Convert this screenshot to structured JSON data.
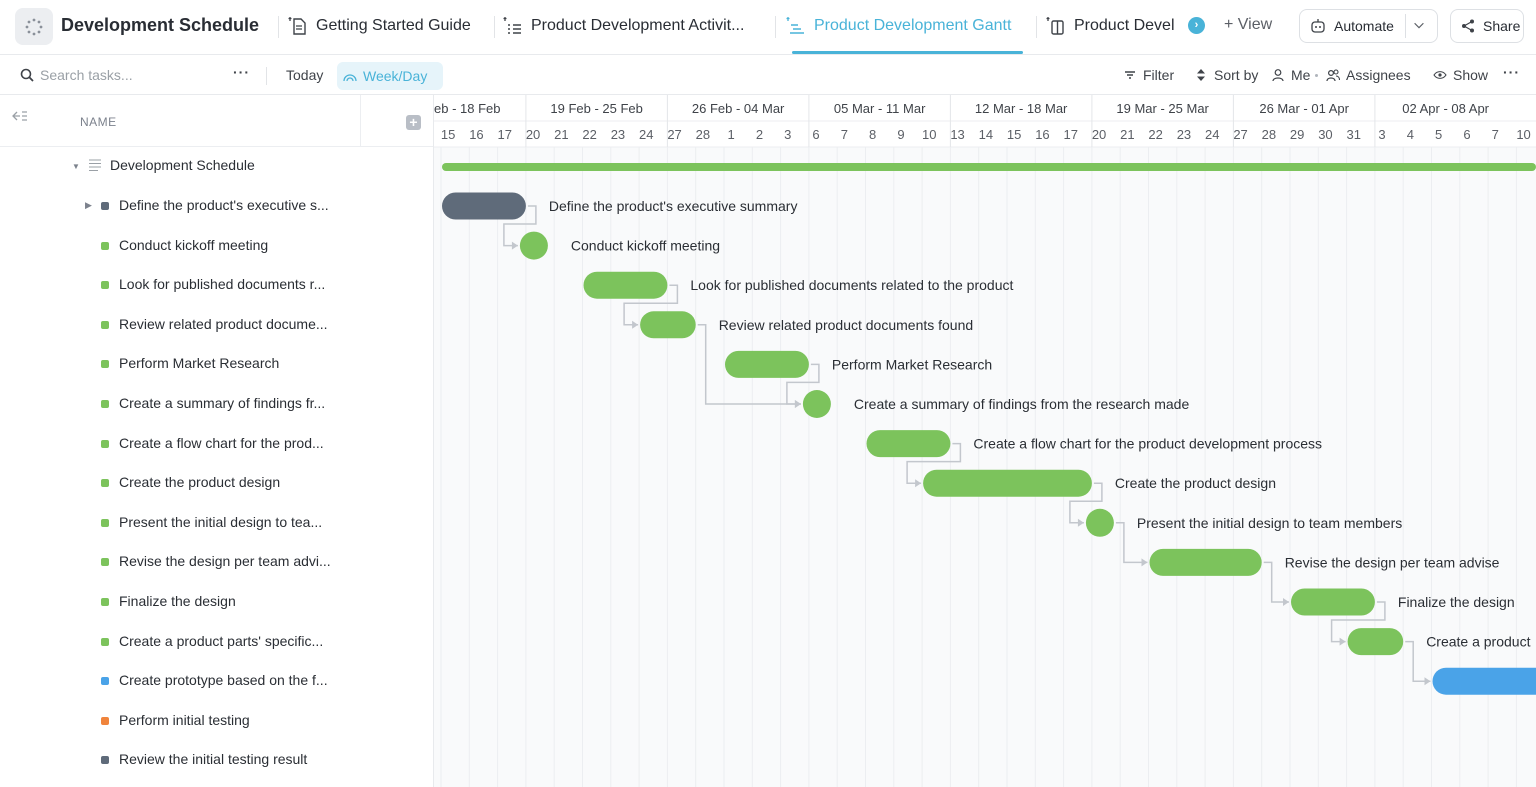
{
  "app": {
    "workspace_title": "Development Schedule",
    "tabs": [
      {
        "label": "Getting Started Guide",
        "icon": "doc-icon"
      },
      {
        "label": "Product Development Activit...",
        "icon": "list-icon"
      },
      {
        "label": "Product Development Gantt",
        "icon": "gantt-icon",
        "active": true
      },
      {
        "label": "Product Devel",
        "icon": "board-icon"
      }
    ],
    "add_view_label": "+ View",
    "automate_label": "Automate",
    "share_label": "Share",
    "accent_color": "#49b3d8"
  },
  "toolbar": {
    "search_placeholder": "Search tasks...",
    "more_label": "···",
    "today_label": "Today",
    "weekday_label": "Week/Day",
    "filter_label": "Filter",
    "sort_label": "Sort by",
    "me_label": "Me",
    "assignees_label": "Assignees",
    "show_label": "Show"
  },
  "list": {
    "column_header": "NAME",
    "parent": "Development Schedule",
    "items": [
      {
        "label": "Define the product's executive s...",
        "status_color": "#5f6b7a",
        "has_children": true
      },
      {
        "label": "Conduct kickoff meeting",
        "status_color": "#7cc35c"
      },
      {
        "label": "Look for published documents r...",
        "status_color": "#7cc35c"
      },
      {
        "label": "Review related product docume...",
        "status_color": "#7cc35c"
      },
      {
        "label": "Perform Market Research",
        "status_color": "#7cc35c"
      },
      {
        "label": "Create a summary of findings fr...",
        "status_color": "#7cc35c"
      },
      {
        "label": "Create a flow chart for the prod...",
        "status_color": "#7cc35c"
      },
      {
        "label": "Create the product design",
        "status_color": "#7cc35c"
      },
      {
        "label": "Present the initial design to tea...",
        "status_color": "#7cc35c"
      },
      {
        "label": "Revise the design per team advi...",
        "status_color": "#7cc35c"
      },
      {
        "label": "Finalize the design",
        "status_color": "#7cc35c"
      },
      {
        "label": "Create a product parts' specific...",
        "status_color": "#7cc35c"
      },
      {
        "label": "Create prototype based on the f...",
        "status_color": "#4aa3e8"
      },
      {
        "label": "Perform initial testing",
        "status_color": "#f0843c"
      },
      {
        "label": "Review the initial testing result",
        "status_color": "#5f6b7a"
      }
    ]
  },
  "timeline": {
    "weeks": [
      "eb - 18 Feb",
      "19 Feb - 25 Feb",
      "26 Feb - 04 Mar",
      "05 Mar - 11 Mar",
      "12 Mar - 18 Mar",
      "19 Mar - 25 Mar",
      "26 Mar - 01 Apr",
      "02 Apr - 08 Apr"
    ],
    "days": [
      "15",
      "16",
      "17",
      "20",
      "21",
      "22",
      "23",
      "24",
      "27",
      "28",
      "1",
      "2",
      "3",
      "6",
      "7",
      "8",
      "9",
      "10",
      "13",
      "14",
      "15",
      "16",
      "17",
      "20",
      "21",
      "22",
      "23",
      "24",
      "27",
      "28",
      "29",
      "30",
      "31",
      "3",
      "4",
      "5",
      "6",
      "7",
      "10"
    ],
    "tasks": [
      {
        "label": "Define the product's executive summary",
        "start": 0,
        "end": 3,
        "color": "#5f6b7a"
      },
      {
        "label": "Conduct kickoff meeting",
        "start": 3,
        "end": 3,
        "color": "#7cc35c",
        "milestone": true
      },
      {
        "label": "Look for published documents related to the product",
        "start": 5,
        "end": 8,
        "color": "#7cc35c"
      },
      {
        "label": "Review related product documents found",
        "start": 7,
        "end": 9,
        "color": "#7cc35c"
      },
      {
        "label": "Perform Market Research",
        "start": 10,
        "end": 13,
        "color": "#7cc35c"
      },
      {
        "label": "Create a summary of findings from the research made",
        "start": 13,
        "end": 13,
        "color": "#7cc35c",
        "milestone": true
      },
      {
        "label": "Create a flow chart for the product development process",
        "start": 15,
        "end": 18,
        "color": "#7cc35c"
      },
      {
        "label": "Create the product design",
        "start": 17,
        "end": 23,
        "color": "#7cc35c"
      },
      {
        "label": "Present the initial design to team members",
        "start": 23,
        "end": 23,
        "color": "#7cc35c",
        "milestone": true
      },
      {
        "label": "Revise the design per team advise",
        "start": 25,
        "end": 29,
        "color": "#7cc35c"
      },
      {
        "label": "Finalize the design",
        "start": 30,
        "end": 33,
        "color": "#7cc35c"
      },
      {
        "label": "Create a product",
        "start": 32,
        "end": 34,
        "color": "#7cc35c"
      },
      {
        "label": "",
        "start": 35,
        "end": 40,
        "color": "#4aa3e8"
      }
    ]
  }
}
